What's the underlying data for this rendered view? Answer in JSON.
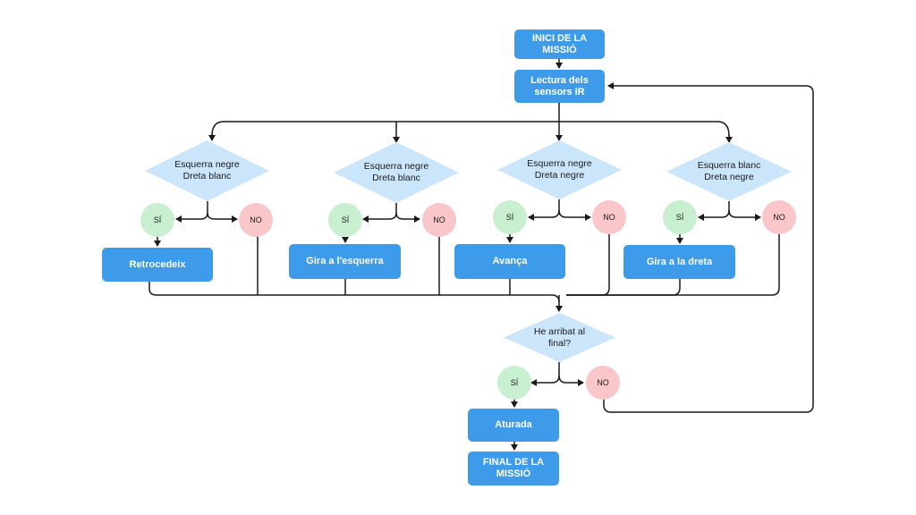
{
  "colors": {
    "box": "#3d9be9",
    "diamond": "#cbe6fa",
    "yes": "#c8efcf",
    "no": "#f9c6c9",
    "line": "#1a1a1a"
  },
  "start": "INICI DE LA MISSIÓ",
  "read_sensors": "Lectura dels sensors IR",
  "branches": [
    {
      "condition": "Esquerra negre\nDreta blanc",
      "yes": "SÍ",
      "no": "NO",
      "action": "Retrocedeix"
    },
    {
      "condition": "Esquerra negre\nDreta blanc",
      "yes": "SÍ",
      "no": "NO",
      "action": "Gira a l'esquerra"
    },
    {
      "condition": "Esquerra negre\nDreta negre",
      "yes": "SÍ",
      "no": "NO",
      "action": "Avança"
    },
    {
      "condition": "Esquerra blanc\nDreta negre",
      "yes": "SÍ",
      "no": "NO",
      "action": "Gira a la dreta"
    }
  ],
  "final_check": {
    "condition": "He arribat al\nfinal?",
    "yes": "SÍ",
    "no": "NO"
  },
  "stop": "Aturada",
  "end": "FINAL DE LA MISSIÓ"
}
